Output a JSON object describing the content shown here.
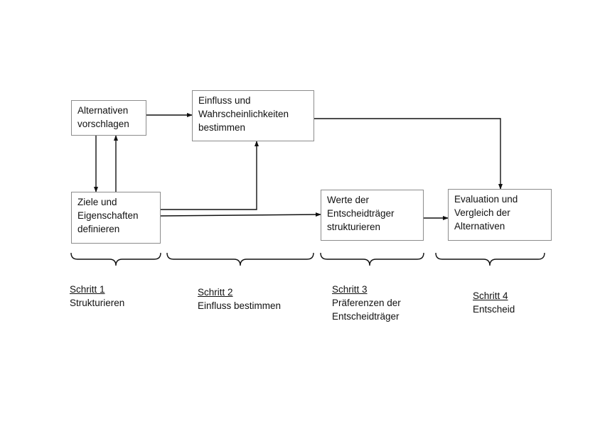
{
  "nodes": {
    "alternativen": {
      "lines": [
        "Alternativen",
        "vorschlagen"
      ]
    },
    "einfluss": {
      "lines": [
        "Einfluss und",
        "Wahrscheinlichkeiten",
        "bestimmen"
      ]
    },
    "ziele": {
      "lines": [
        "Ziele und",
        "Eigenschaften",
        "definieren"
      ]
    },
    "werte": {
      "lines": [
        "Werte der",
        "Entscheidträger",
        "strukturieren"
      ]
    },
    "evaluation": {
      "lines": [
        "Evaluation und",
        "Vergleich der",
        "Alternativen"
      ]
    }
  },
  "steps": [
    {
      "title": "Schritt 1",
      "lines": [
        "Strukturieren"
      ]
    },
    {
      "title": "Schritt 2",
      "lines": [
        "Einfluss bestimmen"
      ]
    },
    {
      "title": "Schritt 3",
      "lines": [
        "Präferenzen der",
        "Entscheidträger"
      ]
    },
    {
      "title": "Schritt 4",
      "lines": [
        "Entscheid"
      ]
    }
  ],
  "colors": {
    "line": "#111111",
    "box_border": "#8c8c8c"
  }
}
